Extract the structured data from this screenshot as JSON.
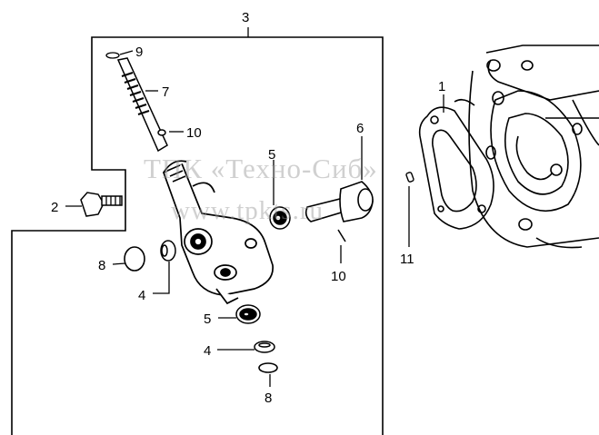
{
  "diagram": {
    "watermark_line1": "ТПК «Техно-Сиб»",
    "watermark_line2": "www.tpkts.ru",
    "callouts": [
      {
        "id": "c3",
        "text": "3"
      },
      {
        "id": "c9",
        "text": "9"
      },
      {
        "id": "c7",
        "text": "7"
      },
      {
        "id": "c10a",
        "text": "10"
      },
      {
        "id": "c2",
        "text": "2"
      },
      {
        "id": "c5a",
        "text": "5"
      },
      {
        "id": "c6",
        "text": "6"
      },
      {
        "id": "c1",
        "text": "1"
      },
      {
        "id": "c8a",
        "text": "8"
      },
      {
        "id": "c4a",
        "text": "4"
      },
      {
        "id": "c10b",
        "text": "10"
      },
      {
        "id": "c11",
        "text": "11"
      },
      {
        "id": "c5b",
        "text": "5"
      },
      {
        "id": "c4b",
        "text": "4"
      },
      {
        "id": "c8b",
        "text": "8"
      }
    ]
  }
}
